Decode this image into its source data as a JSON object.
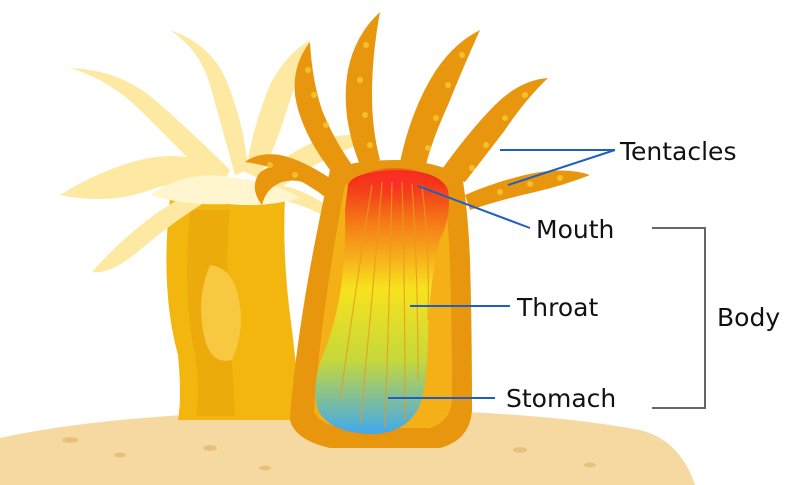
{
  "labels": {
    "tentacles": "Tentacles",
    "mouth": "Mouth",
    "throat": "Throat",
    "stomach": "Stomach",
    "body": "Body"
  },
  "colors": {
    "sand": "#f5d9a0",
    "sand_dark": "#e9c27a",
    "back_anemone_body": "#f2b60f",
    "back_anemone_tentacles": "#fde9a2",
    "front_anemone_outer": "#e8960e",
    "front_anemone_inner": "#f5b018",
    "tentacle_spots": "#f4c02a",
    "mouth": "#f21c1c",
    "throat": "#f7e21e",
    "stomach": "#3fa8f0",
    "leader_line": "#1f5fbf",
    "bracket": "#666666",
    "text": "#111111"
  }
}
